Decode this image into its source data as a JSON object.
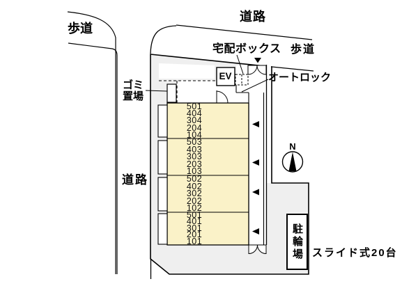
{
  "streets": {
    "sidewalk_top_left": "歩道",
    "road_top": "道路",
    "road_left": "道路",
    "sidewalk_top_right": "歩道"
  },
  "labels": {
    "delivery_box": "宅配ボックス",
    "auto_lock": "オートロック",
    "garbage_line1": "ゴミ",
    "garbage_line2": "置場",
    "elevator": "EV",
    "compass_north": "N",
    "bicycle_parking": "駐輪場",
    "bicycle_capacity": "スライド式20台"
  },
  "building": {
    "blocks": [
      {
        "rooms": [
          "501",
          "404",
          "304",
          "204",
          "104"
        ]
      },
      {
        "rooms": [
          "503",
          "403",
          "303",
          "203",
          "103"
        ]
      },
      {
        "rooms": [
          "502",
          "402",
          "302",
          "202",
          "102"
        ]
      },
      {
        "rooms": [
          "501",
          "401",
          "301",
          "201",
          "101"
        ]
      }
    ]
  },
  "colors": {
    "site_fill": "#efefef",
    "room_fill": "#faf2c8",
    "line": "#000000"
  }
}
